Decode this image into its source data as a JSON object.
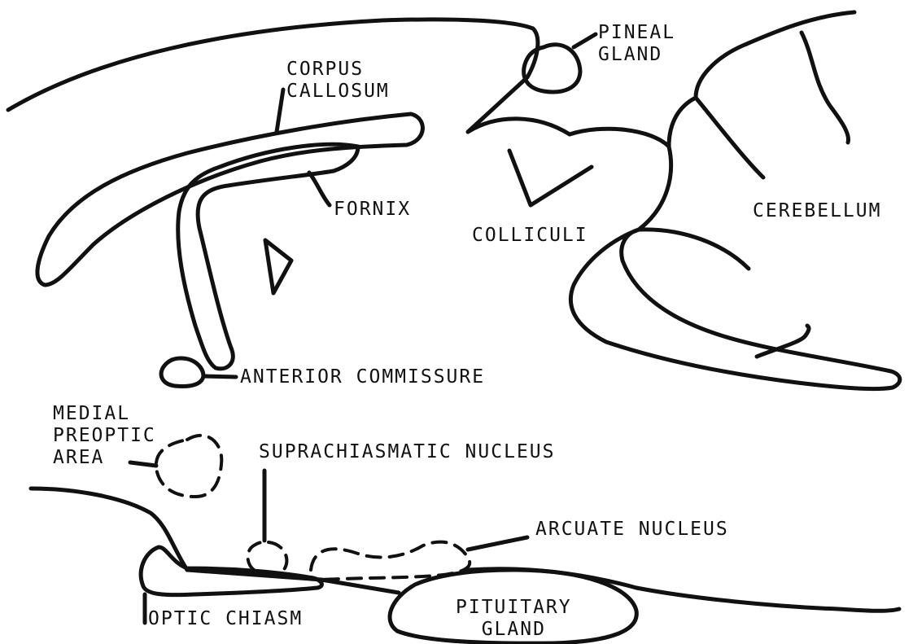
{
  "labels": {
    "pineal_gland": [
      "PINEAL",
      "GLAND"
    ],
    "corpus_callosum": [
      "CORPUS",
      "CALLOSUM"
    ],
    "fornix": "FORNIX",
    "colliculi": "COLLICULI",
    "cerebellum": "CEREBELLUM",
    "anterior_commissure": "ANTERIOR COMMISSURE",
    "medial_preoptic_area": [
      "MEDIAL",
      "PREOPTIC",
      "AREA"
    ],
    "suprachiasmatic_nucleus": "SUPRACHIASMATIC NUCLEUS",
    "arcuate_nucleus": "ARCUATE NUCLEUS",
    "optic_chiasm": "OPTIC CHIASM",
    "pituitary_gland": [
      "PITUITARY",
      "GLAND"
    ]
  },
  "colors": {
    "ink": "#111111",
    "background": "#ffffff"
  }
}
